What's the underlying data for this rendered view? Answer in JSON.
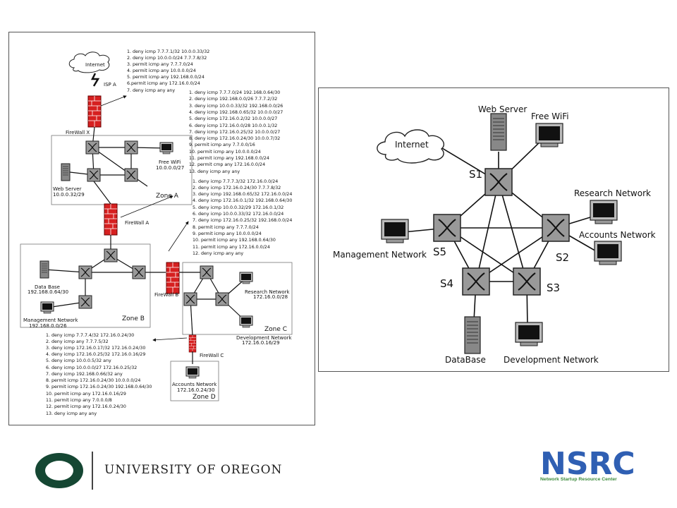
{
  "left_diagram": {
    "internet": "Internet",
    "isp": "ISP A",
    "firewall_x": "FireWall X",
    "firewall_a": "FireWall A",
    "firewall_b": "FireWall B",
    "firewall_c": "FireWall C",
    "zone_a": "Zone A",
    "zone_b": "Zone B",
    "zone_c": "Zone C",
    "zone_d": "Zone D",
    "web_server": "Web Server",
    "web_server_ip": "10.0.0.32/29",
    "free_wifi": "Free WiFi",
    "free_wifi_ip": "10.0.0.0/27",
    "database": "Data Base",
    "database_ip": "192.168.0.64/30",
    "management": "Management Network",
    "management_ip": "192.168.0.0/26",
    "research": "Research Network",
    "research_ip": "172.16.0.0/28",
    "development": "Development Network",
    "development_ip": "172.16.0.16/29",
    "accounts": "Accounts Network",
    "accounts_ip": "172.16.0.24/30",
    "acl_x": [
      "1. deny icmp 7.7.7.1/32 10.0.0.33/32",
      "2. deny icmp 10.0.0.0/24 7.7.7.8/32",
      "3. permit icmp any 7.7.7.0/24",
      "4. permit icmp any 10.0.0.0/24",
      "5. permit icmp any 192.168.0.0/24",
      "6.permit icmp any 172.16.0.0/24",
      "7. deny icmp any any"
    ],
    "acl_a": [
      "1.   deny icmp 7.7.7.0/24 192.168.0.64/30",
      "2.   deny icmp 192.168.0.0/26 7.7.7.2/32",
      "3.   deny icmp 10.0.0.33/32 192.168.0.0/26",
      "4.   deny icmp 192.168.0.65/32 10.0.0.0/27",
      "5.   deny icmp 172.16.0.2/32 10.0.0.0/27",
      "6.   deny icmp 172.16.0.0/28 10.0.0.1/32",
      "7.   deny icmp 172.16.0.25/32 10.0.0.0/27",
      "8.   deny icmp 172.16.0.24/30 10.0.0.7/32",
      "9.   permit icmp any 7.7.0.0/16",
      "10. permit icmp any 10.0.0.0/24",
      "11. permit icmp any 192.168.0.0/24",
      "12. permit cmp any 172.16.0.0/24",
      "13. deny icmp any any"
    ],
    "acl_b": [
      "1.   deny icmp 7.7.7.3/32 172.16.0.0/24",
      "2.   deny icmp 172.16.0.24/30 7.7.7.8/32",
      "3.   deny icmp 192.168.0.65/32 172.16.0.0/24",
      "4.   deny icmp 172.16.0.1/32 192.168.0.64/30",
      "5.   deny icmp 10.0.0.32/29 172.16.0.1/32",
      "6.   deny icmp 10.0.0.33/32 172.16.0.0/24",
      "7.   deny icmp 172.16.0.25/32 192.168.0.0/24",
      "8.   permit icmp any 7.7.7.0/24",
      "9.   permit icmp any 10.0.0.0/24",
      "10.  permit icmp any 192.168.0.64/30",
      "11.  permit icmp any 172.16.0.0/24",
      "12.  deny icmp any any"
    ],
    "acl_c": [
      "1.   deny icmp 7.7.7.4/32 172.16.0.24/30",
      "2.   deny icmp any 7.7.7.5/32",
      "3.   deny icmp 172.16.0.17/32 172.16.0.24/30",
      "4.   deny icmp 172.16.0.25/32 172.16.0.16/29",
      "5.   deny icmp 10.0.0.5/32 any",
      "6.   deny icmp 10.0.0.0/27 172.16.0.25/32",
      "7.   deny icmp 192.168.0.66/32 any",
      "8.   permit icmp 172.16.0.24/30 10.0.0.0/24",
      "9.   permit icmp 172.16.0.24/30 192.168.0.64/30",
      "10. permit icmp any 172.16.0.16/29",
      "11. permit icmp any 7.0.0.0/8",
      "12. permit icmp any 172.16.0.24/30",
      "13. deny icmp any any"
    ]
  },
  "right_diagram": {
    "internet": "Internet",
    "web_server": "Web Server",
    "free_wifi": "Free WiFi",
    "research": "Research Network",
    "accounts": "Accounts Network",
    "management": "Management Network",
    "database": "DataBase",
    "development": "Development Network",
    "s1": "S1",
    "s2": "S2",
    "s3": "S3",
    "s4": "S4",
    "s5": "S5"
  },
  "footer": {
    "university": "UNIVERSITY OF OREGON",
    "nsrc": "NSRC",
    "nsrc_tagline": "Network Startup Resource Center",
    "uo_color": "#154733",
    "nsrc_color": "#2f5fb3",
    "nsrc_tag_color": "#3b8a3b"
  }
}
